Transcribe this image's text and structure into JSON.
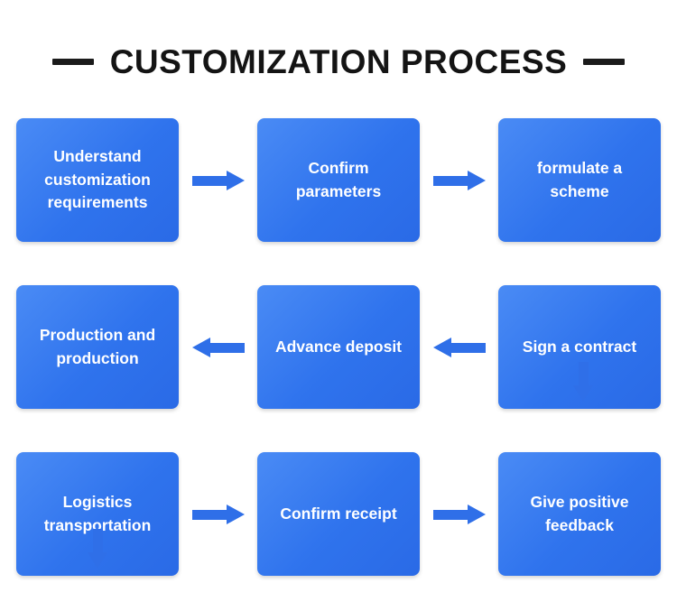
{
  "title": {
    "text": "CUSTOMIZATION PROCESS",
    "left_dash": "—",
    "right_dash": "—"
  },
  "colors": {
    "box_fill": "#2f73ed",
    "arrow": "#2f6fe8",
    "title_text": "#141414",
    "background": "#ffffff",
    "box_text": "#ffffff"
  },
  "flow": {
    "rows": [
      {
        "direction": "left-to-right",
        "steps": [
          {
            "label": "Understand customization requirements"
          },
          {
            "label": "Confirm parameters"
          },
          {
            "label": "formulate a scheme"
          }
        ],
        "arrows": [
          {
            "name": "arrow-right-1",
            "direction": "right"
          },
          {
            "name": "arrow-right-2",
            "direction": "right"
          }
        ]
      },
      {
        "direction": "right-to-left",
        "steps": [
          {
            "label": "Production and production"
          },
          {
            "label": "Advance deposit"
          },
          {
            "label": "Sign a contract"
          }
        ],
        "arrows": [
          {
            "name": "arrow-left-1",
            "direction": "left"
          },
          {
            "name": "arrow-left-2",
            "direction": "left"
          }
        ]
      },
      {
        "direction": "left-to-right",
        "steps": [
          {
            "label": "Logistics transportation"
          },
          {
            "label": "Confirm receipt"
          },
          {
            "label": "Give positive feedback"
          }
        ],
        "arrows": [
          {
            "name": "arrow-right-3",
            "direction": "right"
          },
          {
            "name": "arrow-right-4",
            "direction": "right"
          }
        ]
      }
    ],
    "connectors": [
      {
        "name": "arrow-down-right-column",
        "direction": "down"
      },
      {
        "name": "arrow-down-left-column",
        "direction": "down"
      }
    ]
  }
}
